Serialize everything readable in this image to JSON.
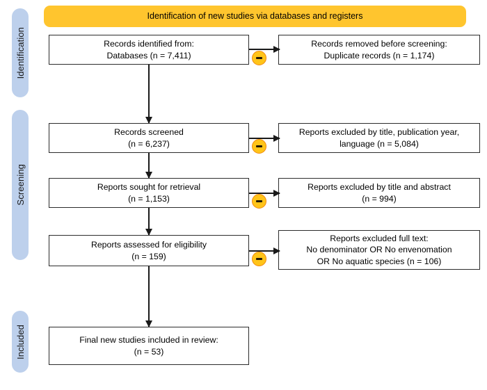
{
  "diagram": {
    "type": "prisma-flow-diagram",
    "colors": {
      "banner": "#ffc52e",
      "stage_chip": "#bdd0ec",
      "box_border": "#2b2b2b",
      "badge_fill": "#ffc419",
      "badge_border": "#f08a10",
      "connector": "#1a1a1a"
    },
    "banner": {
      "label": "Identification of new studies via databases and registers"
    },
    "stages": [
      {
        "key": "identification",
        "label": "Identification"
      },
      {
        "key": "screening",
        "label": "Screening"
      },
      {
        "key": "included",
        "label": "Included"
      }
    ],
    "nodes": {
      "identified": {
        "text": "Records identified from:\nDatabases (n = 7,411)",
        "count": 7411
      },
      "removed": {
        "text": "Records removed before screening:\nDuplicate records (n = 1,174)",
        "count": 1174
      },
      "screened": {
        "text": "Records screened\n(n = 6,237)",
        "count": 6237
      },
      "excluded_title": {
        "text": "Reports excluded by title, publication year,\nlanguage (n = 5,084)",
        "count": 5084
      },
      "sought": {
        "text": "Reports sought for retrieval\n(n = 1,153)",
        "count": 1153
      },
      "excluded_abstract": {
        "text": "Reports excluded by title and abstract\n(n = 994)",
        "count": 994
      },
      "eligibility": {
        "text": "Reports assessed for eligibility\n(n = 159)",
        "count": 159
      },
      "excluded_fulltext": {
        "text": "Reports excluded full text:\nNo denominator OR No envenomation\nOR No aquatic species (n =  106)",
        "count": 106
      },
      "included": {
        "text": "Final new studies included in review:\n(n = 53)",
        "count": 53
      }
    },
    "badges": {
      "exclusion_symbol": "minus-circle-icon"
    }
  }
}
